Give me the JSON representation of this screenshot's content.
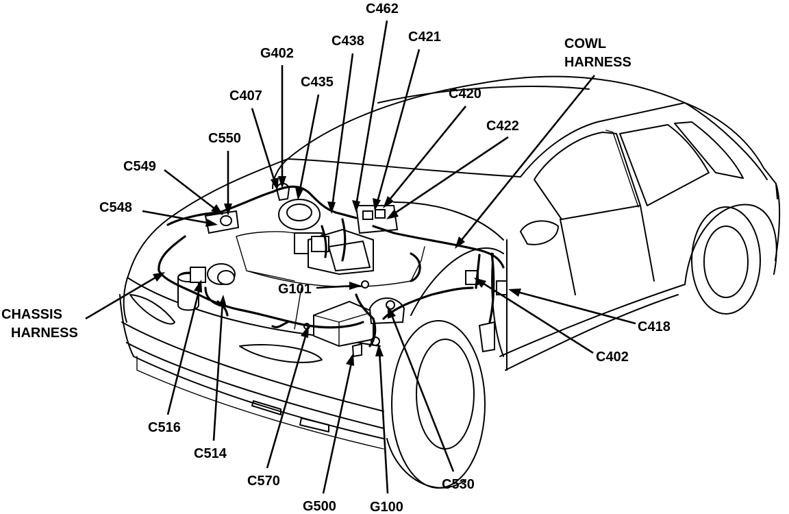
{
  "labels": {
    "c462": "C462",
    "c438": "C438",
    "c421": "C421",
    "g402": "G402",
    "c435": "C435",
    "c407": "C407",
    "c420": "C420",
    "c422": "C422",
    "c550": "C550",
    "c549": "C549",
    "c548": "C548",
    "cowl_harness": [
      "COWL",
      "HARNESS"
    ],
    "chassis_harness": [
      "CHASSIS",
      "HARNESS"
    ],
    "g101": "G101",
    "c418": "C418",
    "c402": "C402",
    "c516": "C516",
    "c514": "C514",
    "c570": "C570",
    "g500": "G500",
    "g100": "G100",
    "c530": "C530"
  }
}
